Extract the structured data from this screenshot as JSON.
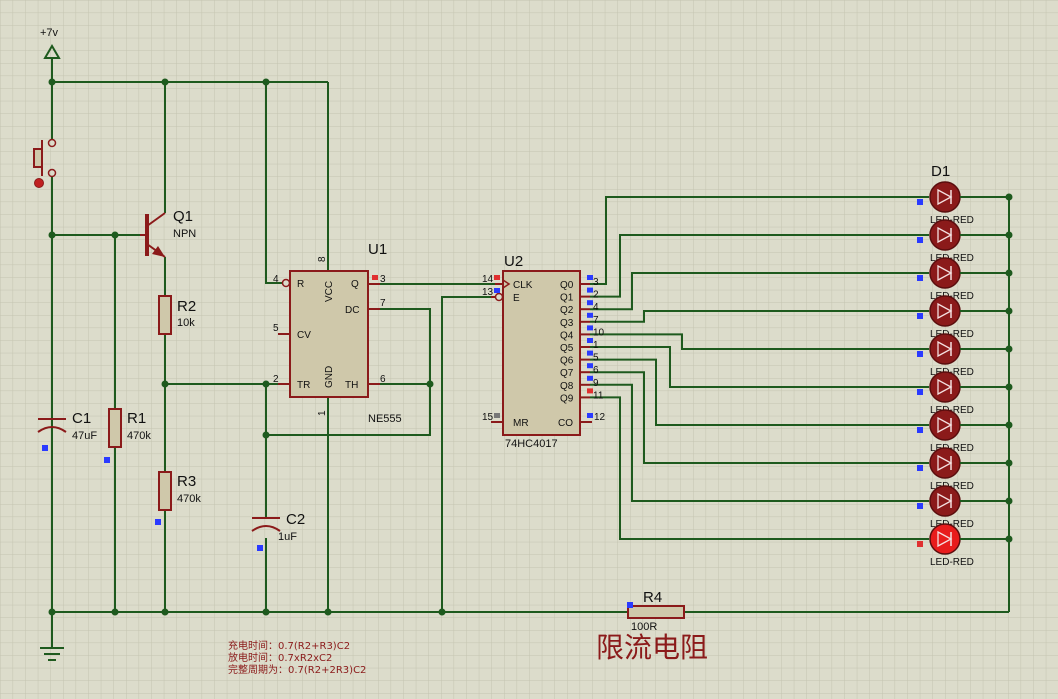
{
  "power": {
    "label": "+7v"
  },
  "components": {
    "q1": {
      "ref": "Q1",
      "value": "NPN"
    },
    "r1": {
      "ref": "R1",
      "value": "470k"
    },
    "r2": {
      "ref": "R2",
      "value": "10k"
    },
    "r3": {
      "ref": "R3",
      "value": "470k"
    },
    "r4": {
      "ref": "R4",
      "value": "100R"
    },
    "c1": {
      "ref": "C1",
      "value": "47uF"
    },
    "c2": {
      "ref": "C2",
      "value": "1uF"
    },
    "u1": {
      "ref": "U1",
      "part": "NE555",
      "pins": {
        "r": "R",
        "vcc": "VCC",
        "q": "Q",
        "dc": "DC",
        "cv": "CV",
        "tr": "TR",
        "th": "TH",
        "gnd": "GND"
      },
      "pin_numbers": {
        "r": "4",
        "vcc": "8",
        "q": "3",
        "dc": "7",
        "cv": "5",
        "tr": "2",
        "th": "6",
        "gnd": "1"
      }
    },
    "u2": {
      "ref": "U2",
      "part": "74HC4017",
      "pins": {
        "clk": "CLK",
        "e": "E",
        "mr": "MR",
        "co": "CO"
      },
      "pin_numbers": {
        "clk": "14",
        "e": "13",
        "mr": "15",
        "co": "12"
      },
      "outputs": [
        {
          "name": "Q0",
          "pin": "3"
        },
        {
          "name": "Q1",
          "pin": "2"
        },
        {
          "name": "Q2",
          "pin": "4"
        },
        {
          "name": "Q3",
          "pin": "7"
        },
        {
          "name": "Q4",
          "pin": "10"
        },
        {
          "name": "Q5",
          "pin": "1"
        },
        {
          "name": "Q6",
          "pin": "5"
        },
        {
          "name": "Q7",
          "pin": "6"
        },
        {
          "name": "Q8",
          "pin": "9"
        },
        {
          "name": "Q9",
          "pin": "11"
        }
      ]
    },
    "d1": {
      "ref": "D1"
    }
  },
  "leds": [
    {
      "label": "LED-RED",
      "lit": false
    },
    {
      "label": "LED-RED",
      "lit": false
    },
    {
      "label": "LED-RED",
      "lit": false
    },
    {
      "label": "LED-RED",
      "lit": false
    },
    {
      "label": "LED-RED",
      "lit": false
    },
    {
      "label": "LED-RED",
      "lit": false
    },
    {
      "label": "LED-RED",
      "lit": false
    },
    {
      "label": "LED-RED",
      "lit": false
    },
    {
      "label": "LED-RED",
      "lit": false
    },
    {
      "label": "LED-RED",
      "lit": true
    }
  ],
  "notes": {
    "charge": "充电时间：0.7(R2+R3)C2",
    "discharge": "放电时间：0.7xR2xC2",
    "period": "完整周期为：0.7(R2+2R3)C2",
    "current_limit": "限流电阻"
  },
  "colors": {
    "background": "#dcdccb",
    "grid": "#c4c4b0",
    "wire": "#1e5a1e",
    "component": "#8b1a1a",
    "led_off": "#8b1a1a",
    "led_on": "#e81c1c",
    "probe": "#2a3aff"
  }
}
